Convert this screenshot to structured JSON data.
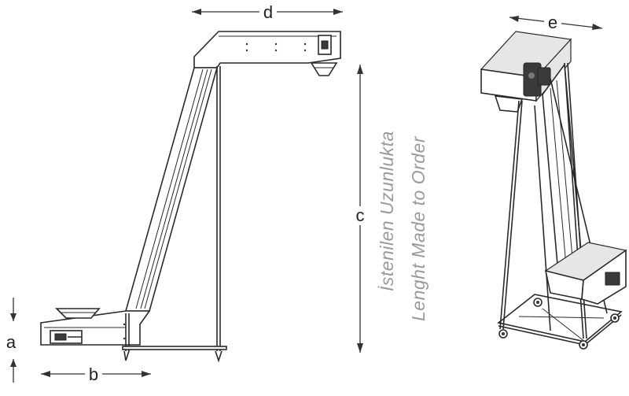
{
  "dimensions": {
    "a": "a",
    "b": "b",
    "c": "c",
    "d": "d",
    "e": "e"
  },
  "note": {
    "line1": "İstenilen Uzunlukta",
    "line2": "Lenght Made to Order"
  }
}
